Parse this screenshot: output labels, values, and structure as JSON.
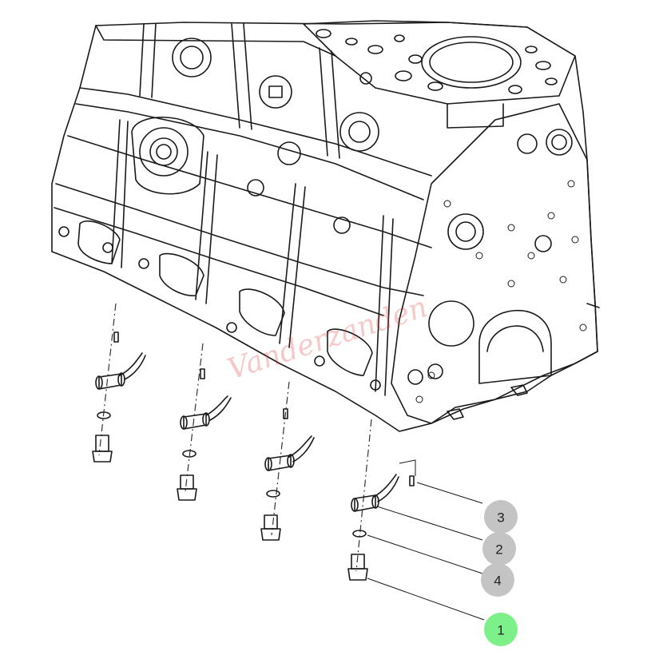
{
  "watermark": "Vanderzanden",
  "callouts": [
    {
      "label": "3",
      "color": "#c4c4c4"
    },
    {
      "label": "2",
      "color": "#c4c4c4"
    },
    {
      "label": "4",
      "color": "#c4c4c4"
    },
    {
      "label": "1",
      "color": "#7df08a"
    }
  ],
  "line_color": "#1a1a1a",
  "background_color": "#ffffff"
}
